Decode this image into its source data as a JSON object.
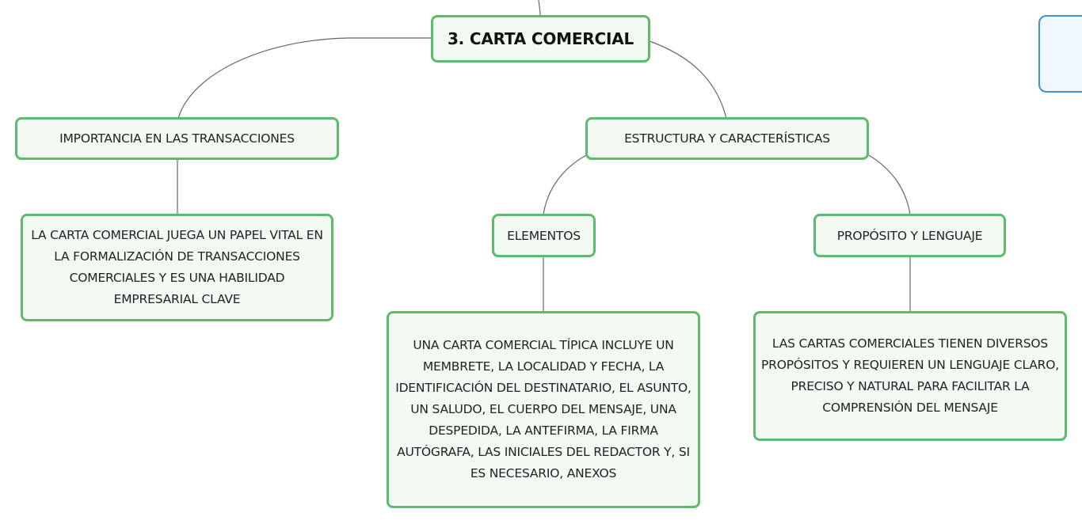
{
  "mindmap": {
    "central": {
      "label": "3. CARTA COMERCIAL"
    },
    "branches": [
      {
        "label": "IMPORTANCIA EN LAS TRANSACCIONES",
        "children": [
          {
            "text": "LA CARTA COMERCIAL JUEGA UN PAPEL VITAL EN LA FORMALIZACIÓN DE TRANSACCIONES COMERCIALES Y ES UNA HABILIDAD EMPRESARIAL CLAVE"
          }
        ]
      },
      {
        "label": "ESTRUCTURA Y CARACTERÍSTICAS",
        "children": [
          {
            "label": "ELEMENTOS",
            "detail": "UNA CARTA COMERCIAL TÍPICA INCLUYE UN MEMBRETE, LA LOCALIDAD Y FECHA, LA IDENTIFICACIÓN DEL DESTINATARIO, EL ASUNTO, UN SALUDO, EL CUERPO DEL MENSAJE, UNA DESPEDIDA, LA ANTEFIRMA, LA FIRMA AUTÓGRAFA, LAS INICIALES DEL REDACTOR Y, SI ES NECESARIO, ANEXOS"
          },
          {
            "label": "PROPÓSITO Y LENGUAJE",
            "detail": "LAS CARTAS COMERCIALES TIENEN DIVERSOS PROPÓSITOS Y REQUIEREN UN LENGUAJE CLARO, PRECISO Y NATURAL PARA FACILITAR LA COMPRENSIÓN DEL MENSAJE"
          }
        ]
      }
    ]
  },
  "colors": {
    "node_border": "#5cbb6c",
    "node_fill": "#f3faf4",
    "connector": "#666666",
    "side_node_border": "#3c93db"
  }
}
